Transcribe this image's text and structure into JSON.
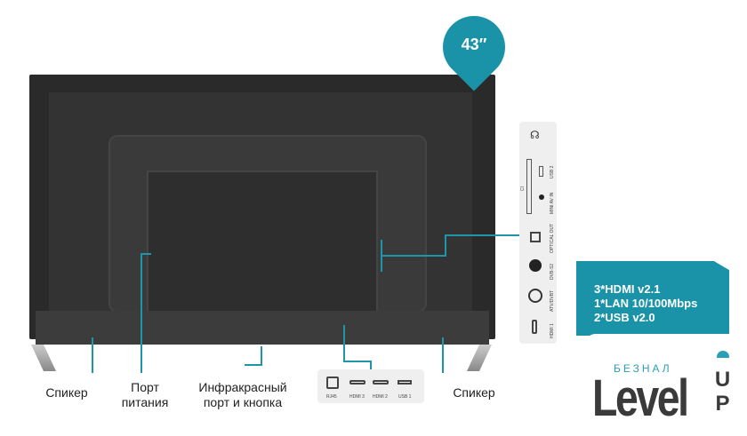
{
  "badge": {
    "size": "43″"
  },
  "labels": {
    "speaker_left": "Спикер",
    "power_port": "Порт\nпитания",
    "ir_port": "Инфракрасный\nпорт и кнопка",
    "speaker_right": "Спикер"
  },
  "side_ports": [
    "USB 2",
    "MINI AV IN",
    "CI",
    "OPTICAL OUT",
    "DVB-S2",
    "ATV/DVBT",
    "HDMI 1"
  ],
  "bottom_ports": [
    "RJ45",
    "HDMI 3",
    "HDMI 2",
    "USB 1"
  ],
  "specs": [
    "3*HDMI v2.1",
    "1*LAN 10/100Mbps",
    "2*USB v2.0"
  ],
  "logo": {
    "small": "БЕЗНАЛ",
    "big": "Level",
    "up": "UP"
  },
  "colors": {
    "accent": "#1a93a8",
    "body": "#2a2a2a"
  }
}
